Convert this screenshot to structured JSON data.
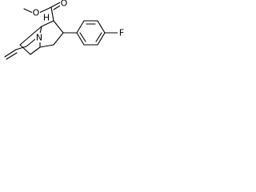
{
  "structure": {
    "atoms": {
      "nitrogen": "N",
      "ester_carbonyl_oxygen": "O",
      "ester_ether_oxygen": "O",
      "fluorine": "F"
    },
    "stereo_marker": "H"
  }
}
